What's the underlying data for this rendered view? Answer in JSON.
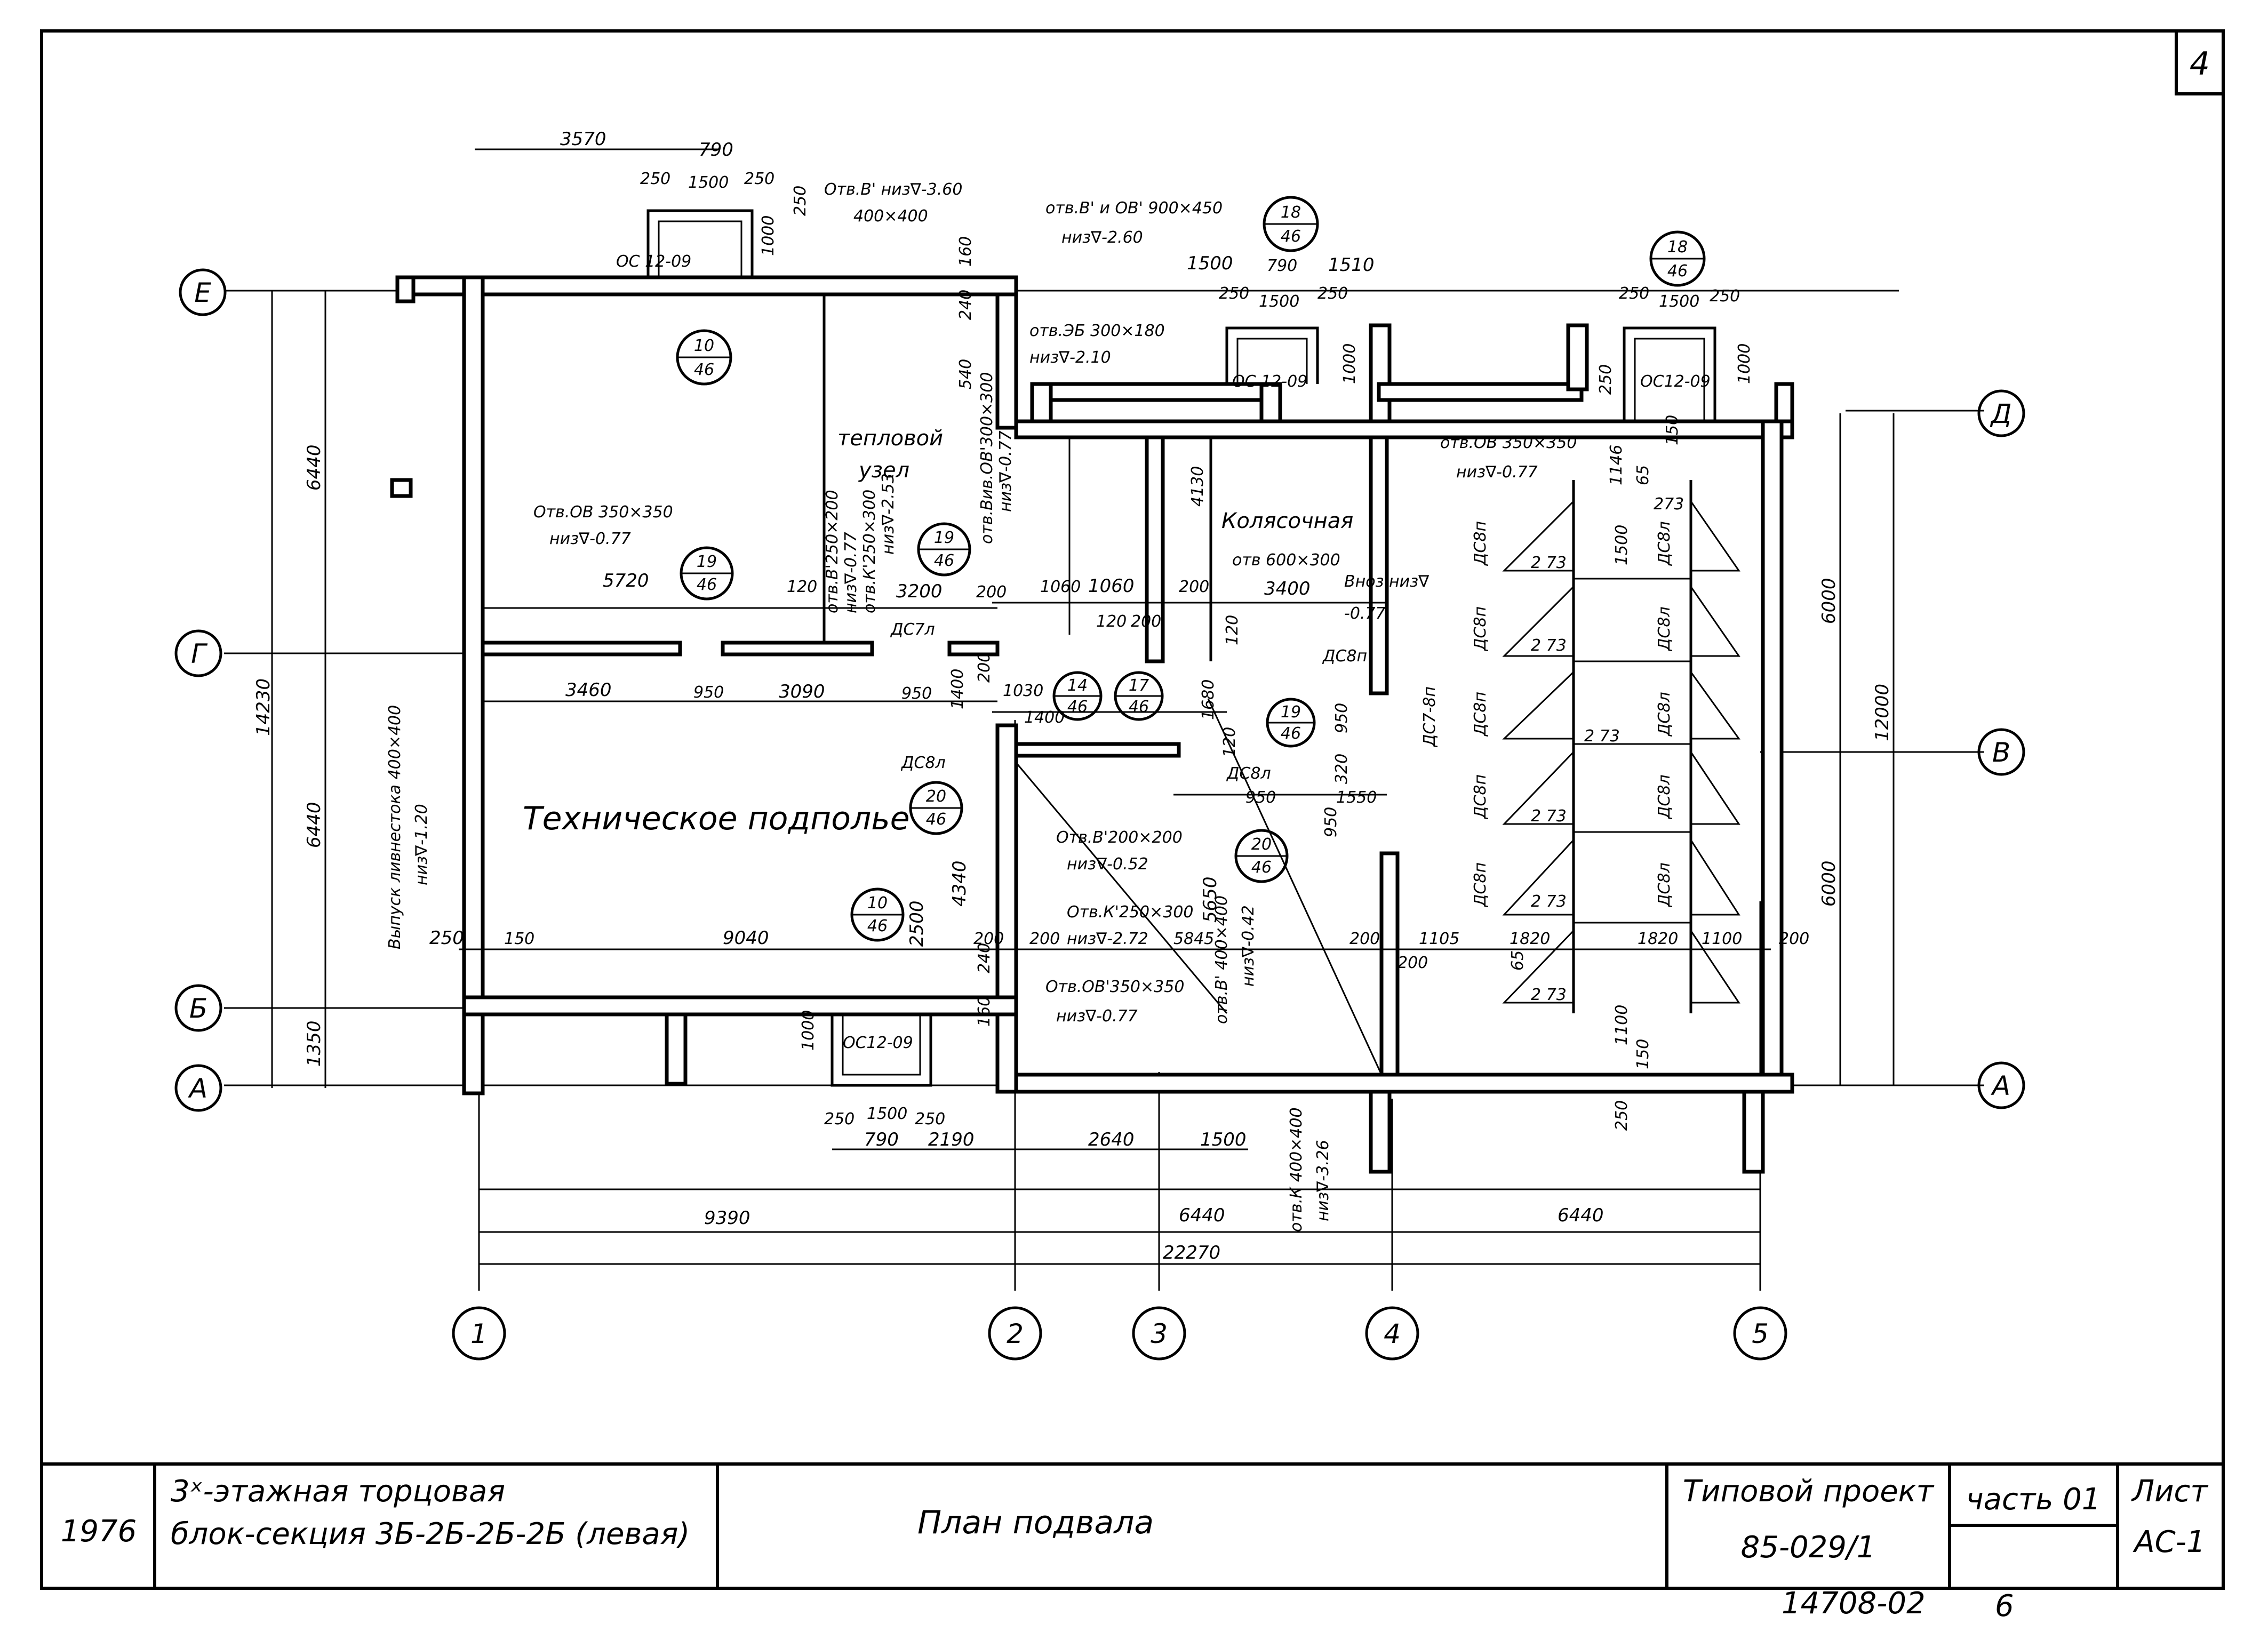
{
  "sheet": {
    "number": "4",
    "archive_no": "14708-02",
    "archive_page": "6"
  },
  "title_block": {
    "year": "1976",
    "description_1": "3ˣ-этажная торцовая",
    "description_2": "блок-секция 3Б-2Б-2Б-2Б (левая)",
    "drawing_title": "План подвала",
    "project_label": "Типовой проект",
    "project_code": "85-029/1",
    "part_label": "часть 01",
    "sheet_label": "Лист",
    "sheet_code": "АС-1"
  },
  "axes": {
    "rows": [
      "Е",
      "Д",
      "Г",
      "В",
      "Б",
      "А"
    ],
    "columns": [
      "1",
      "2",
      "3",
      "4",
      "5"
    ]
  },
  "rooms": {
    "tech_underfloor": "Техническое подполье",
    "heat_node_1": "тепловой",
    "heat_node_2": "узел",
    "stroller": "Колясочная"
  },
  "notes": {
    "hole_E_1": "Отв.В' низ∇-3.60",
    "hole_E_1b": "400×400",
    "hole_E_2": "отв.В' и ОВ' 900×450",
    "hole_E_2b": "низ∇-2.60",
    "hole_es": "отв.ЭБ 300×180",
    "hole_es_b": "низ∇-2.10",
    "hole_ov_d": "отв.ОВ 350×350",
    "hole_ov_d_b": "низ∇-0.77",
    "hole_ov_g": "Отв.ОВ 350×350",
    "hole_ov_g_b": "низ∇-0.77",
    "hole_600": "отв 600×300",
    "hole_600_b": "Вноз низ∇",
    "hole_600_c": "-0.77",
    "hole_b200": "Отв.В'200×200",
    "hole_b200_b": "низ∇-0.52",
    "hole_k250": "Отв.К'250×300",
    "hole_k250_b": "низ∇-2.72",
    "hole_ov350": "Отв.ОВ'350×350",
    "hole_ov350_b": "низ∇-0.77",
    "hole_k400": "отв.К 400×400",
    "hole_k400_b": "низ∇-3.26",
    "hole_v400": "отв.В' 400×400",
    "hole_v400_b": "низ∇-0.42",
    "vypusk": "Выпуск ливнестока 400×400",
    "vypusk_b": "низ∇-1.20",
    "window_1": "ОС 12-09",
    "window_2": "ОС 12-09",
    "window_3": "ОС12-09",
    "window_4": "ОС12-09",
    "door_1": "ДС8л",
    "door_2": "ДС7л",
    "door_3": "ДС8п",
    "door_4": "ДС8л",
    "door_5": "ДС7-8п",
    "storage_size": "2 73",
    "hatch_1": "ДС8п",
    "hatch_2": "ДС8л",
    "hole_b250": "отв.В'250×200",
    "hole_b250_b": "низ∇-0.77",
    "hole_k250b": "отв.К'250×300",
    "hole_k250b_b": "низ∇-2.53",
    "hole_bov": "отв.Вив.ОВ'300×300",
    "hole_bov_b": "низ∇-0.77"
  },
  "callouts": [
    {
      "top": "18",
      "bottom": "46"
    },
    {
      "top": "18",
      "bottom": "46"
    },
    {
      "top": "10",
      "bottom": "46"
    },
    {
      "top": "19",
      "bottom": "46"
    },
    {
      "top": "19",
      "bottom": "46"
    },
    {
      "top": "14",
      "bottom": "46"
    },
    {
      "top": "17",
      "bottom": "46"
    },
    {
      "top": "19",
      "bottom": "46"
    },
    {
      "top": "20",
      "bottom": "46"
    },
    {
      "top": "20",
      "bottom": "46"
    },
    {
      "top": "10",
      "bottom": "46"
    }
  ],
  "dimensions": {
    "top_3570": "3570",
    "top_790": "790",
    "top_250a": "250",
    "top_1500a": "1500",
    "top_250b": "250",
    "w_1000a": "1000",
    "w_250": "250",
    "w_160": "160",
    "w_240": "240",
    "w_540": "540",
    "d_1500": "1500",
    "d_790": "790",
    "d_1510": "1510",
    "d_250a": "250",
    "d_1500b": "1500",
    "d_250b": "250",
    "d_1000": "1000",
    "r_250a": "250",
    "r_1500": "1500",
    "r_250b": "250",
    "r_1000": "1000",
    "r_250c": "250",
    "left_6440a": "6440",
    "left_14230": "14230",
    "left_6440b": "6440",
    "left_1350": "1350",
    "right_6000a": "6000",
    "right_12000": "12000",
    "right_6000b": "6000",
    "g_5720": "5720",
    "g_120a": "120",
    "g_3200": "3200",
    "g_200a": "200",
    "g_1060a": "1060",
    "g_1060b": "1060",
    "g_200b": "200",
    "g_120b": "120",
    "g_200c": "200",
    "g_3400": "3400",
    "g_4130": "4130",
    "g_120c": "120",
    "m_3460": "3460",
    "m_950": "950",
    "m_3090": "3090",
    "m_950b": "950",
    "m_1400": "1400",
    "m_200": "200",
    "m_1030": "1030",
    "m_1400b": "1400",
    "m_1680": "1680",
    "m_120": "120",
    "m_950c": "950",
    "m_1550": "1550",
    "m_950d": "950",
    "m_320": "320",
    "m_950e": "950",
    "b_250": "250",
    "b_150": "150",
    "b_9040": "9040",
    "b_2500": "2500",
    "b_4340": "4340",
    "b_200a": "200",
    "b_240": "240",
    "b_200b": "200",
    "b_5845": "5845",
    "b_5650": "5650",
    "b_200c": "200",
    "b_200d": "200",
    "b_1105": "1105",
    "b_1820a": "1820",
    "b_1820b": "1820",
    "b_1100": "1100",
    "b_200e": "200",
    "b_65": "65",
    "b_160": "160",
    "b_1000": "1000",
    "b_1100b": "1100",
    "b_150b": "150",
    "bot_250a": "250",
    "bot_1500": "1500",
    "bot_250b": "250",
    "bot_790": "790",
    "bot_2190": "2190",
    "bot_2640": "2640",
    "bot_1500b": "1500",
    "bot_250c": "250",
    "tot_9390": "9390",
    "tot_6440a": "6440",
    "tot_6440b": "6440",
    "tot_22270": "22270",
    "s_1500": "1500",
    "s_65": "65",
    "s_1146": "1146",
    "s_150": "150",
    "s_273": "273"
  }
}
